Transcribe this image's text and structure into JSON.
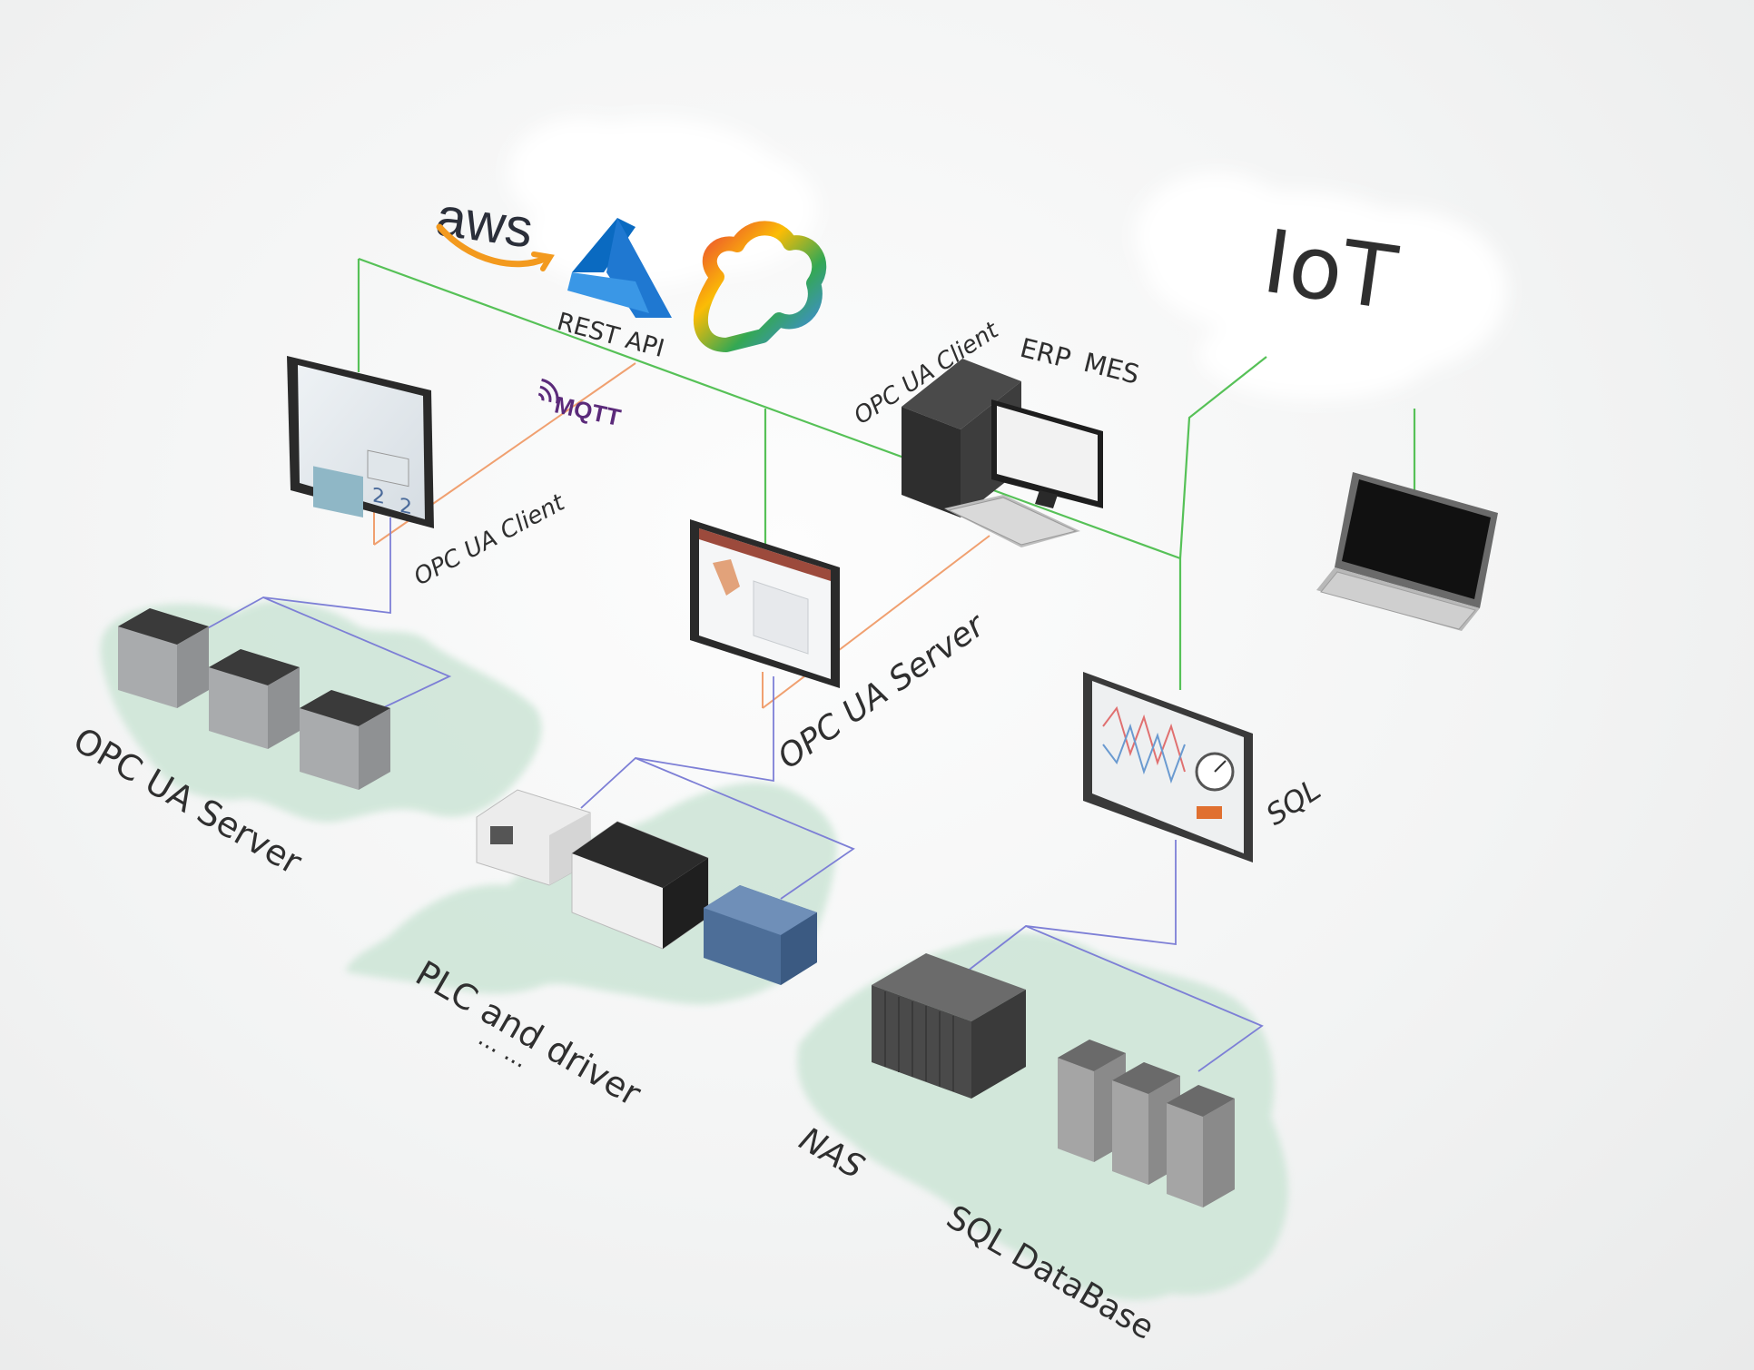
{
  "brand_labels": {
    "aws": "aws",
    "mqtt": "MQTT"
  },
  "labels": {
    "iot": "IoT",
    "rest_api": "REST API",
    "opc_ua_client_left": "OPC UA Client",
    "opc_ua_client_right": "OPC UA Client",
    "erp": "ERP",
    "mes": "MES",
    "opc_ua_server_center": "OPC UA Server",
    "sql": "SQL",
    "opc_ua_server_left": "OPC UA Server",
    "plc_driver": "PLC  and driver",
    "ellipsis": "... ...",
    "nas": "NAS",
    "sql_database": "SQL  DataBase"
  },
  "colors": {
    "ethernet_line": "#56c157",
    "orange_line": "#f0a070",
    "fieldbus_line": "#7d7fd6",
    "map_fill": "#cfe6d8",
    "aws_orange": "#f39a1e",
    "azure_blue": "#1f78d1",
    "mqtt_purple": "#5b2a7a"
  },
  "icons": [
    "cloud-icon",
    "aws-logo-icon",
    "azure-logo-icon",
    "google-cloud-logo-icon",
    "mqtt-logo-icon",
    "hmi-panel-icon",
    "desktop-pc-icon",
    "laptop-icon",
    "plc-module-icon",
    "nas-server-icon",
    "database-server-icon",
    "map-region-icon"
  ]
}
